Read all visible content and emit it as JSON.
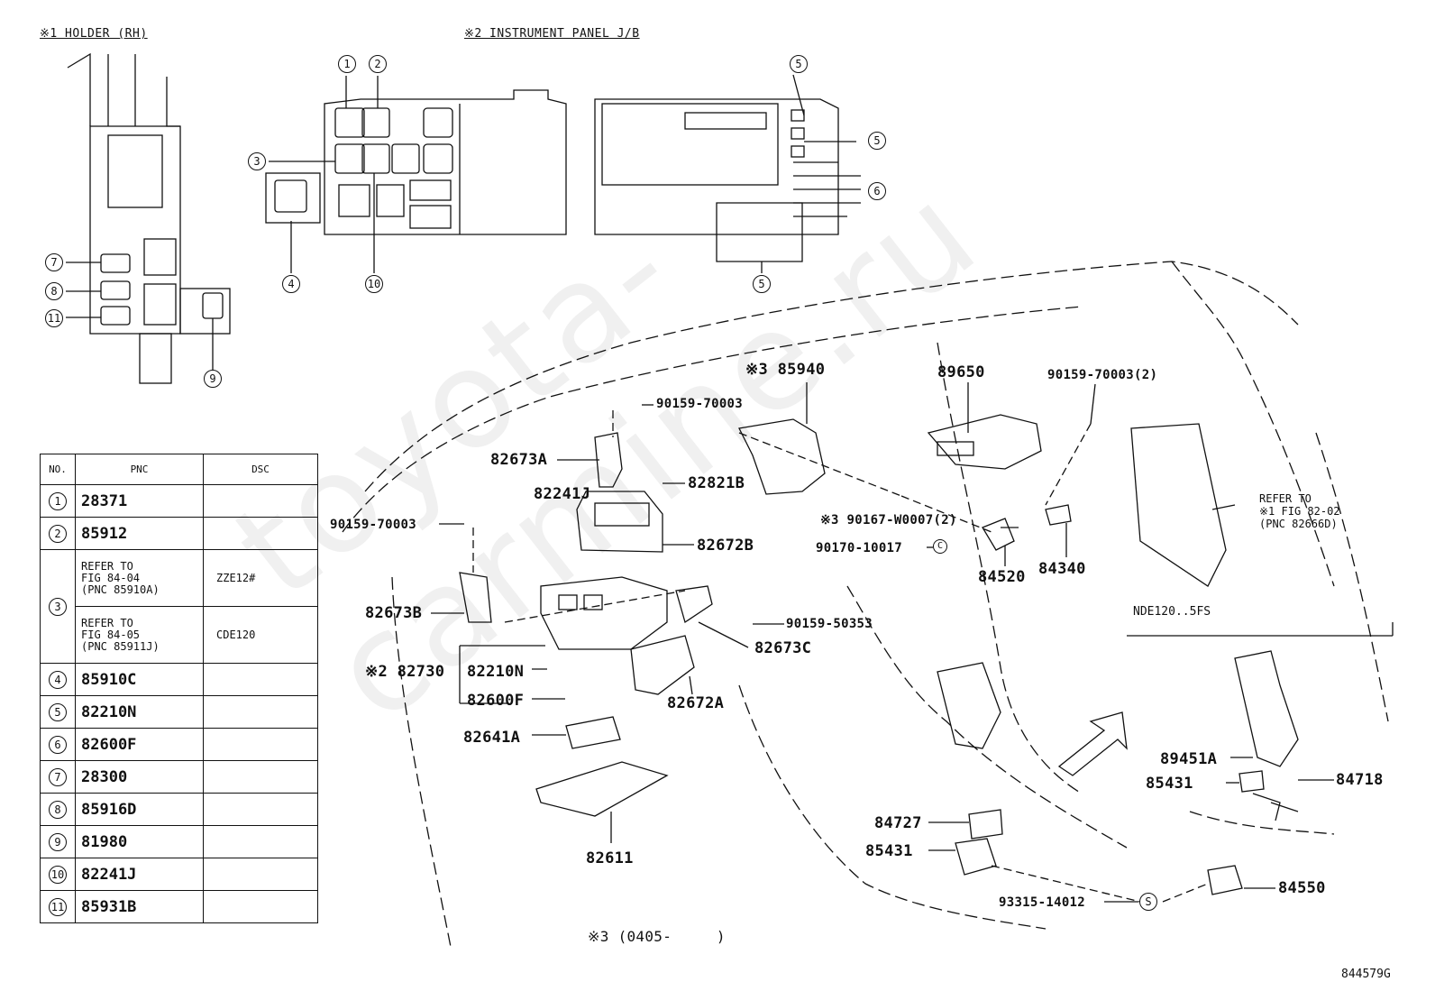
{
  "titles": {
    "holder": "※1 HOLDER (RH)",
    "instrument_panel": "※2 INSTRUMENT PANEL J/B"
  },
  "table": {
    "headers": [
      "NO.",
      "PNC",
      "DSC"
    ],
    "rows": [
      {
        "no": "1",
        "pnc": "28371",
        "dsc": ""
      },
      {
        "no": "2",
        "pnc": "85912",
        "dsc": ""
      },
      {
        "no": "3",
        "pnc": "REFER TO\nFIG 84-04\n(PNC 85910A)",
        "dsc": "ZZE12#",
        "pnc2": "REFER TO\nFIG 84-05\n(PNC 85911J)",
        "dsc2": "CDE120"
      },
      {
        "no": "4",
        "pnc": "85910C",
        "dsc": ""
      },
      {
        "no": "5",
        "pnc": "82210N",
        "dsc": ""
      },
      {
        "no": "6",
        "pnc": "82600F",
        "dsc": ""
      },
      {
        "no": "7",
        "pnc": "28300",
        "dsc": ""
      },
      {
        "no": "8",
        "pnc": "85916D",
        "dsc": ""
      },
      {
        "no": "9",
        "pnc": "81980",
        "dsc": ""
      },
      {
        "no": "10",
        "pnc": "82241J",
        "dsc": ""
      },
      {
        "no": "11",
        "pnc": "85931B",
        "dsc": ""
      }
    ]
  },
  "callouts": {
    "c1": "1",
    "c2": "2",
    "c3": "3",
    "c4": "4",
    "c5": "5",
    "c6": "6",
    "c7": "7",
    "c8": "8",
    "c9": "9",
    "c10": "10",
    "c11": "11"
  },
  "parts": {
    "p85940": "※3 85940",
    "p89650": "89650",
    "p90159_70003_2": "90159-70003(2)",
    "p90159_70003_a": "90159-70003",
    "p82673A": "82673A",
    "p82821B": "82821B",
    "p82241J": "82241J",
    "p90159_70003_b": "90159-70003",
    "p82672B": "82672B",
    "p90167": "※3 90167-W0007(2)",
    "p90170": "90170-10017",
    "p84520": "84520",
    "p84340": "84340",
    "p82673B": "82673B",
    "p90159_50353": "90159-50353",
    "p82673C": "82673C",
    "p82730": "※2 82730",
    "p82210N": "82210N",
    "p82600F": "82600F",
    "p82641A": "82641A",
    "p82672A": "82672A",
    "p82611": "82611",
    "p84727": "84727",
    "p85431a": "85431",
    "p93315": "93315-14012",
    "p84550": "84550",
    "p89451A": "89451A",
    "p85431b": "85431",
    "p84718": "84718"
  },
  "notes": {
    "refer_82_02": "REFER TO\n※1 FIG 82-02\n(PNC 82666D)",
    "nde": "NDE120..5FS",
    "footnote": "※3 (0405-     )",
    "figure_id": "844579G",
    "circle_c": "C",
    "circle_s": "S"
  },
  "watermark": "toyota-carmine.ru"
}
